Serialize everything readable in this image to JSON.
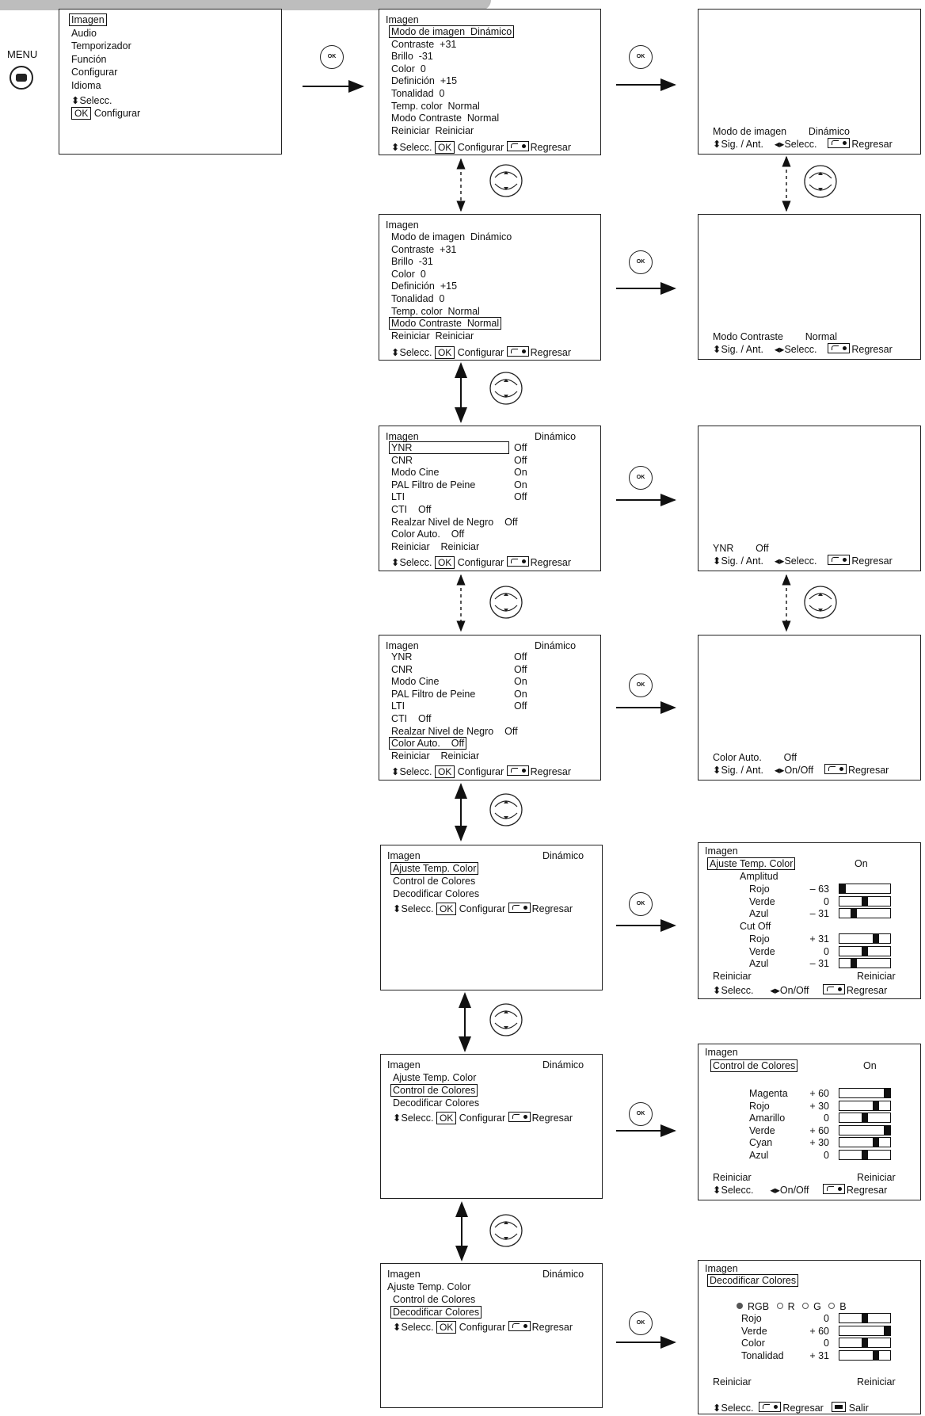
{
  "remote": {
    "menu_label": "MENU",
    "ok_label": "OK"
  },
  "main_menu": {
    "items": [
      "Imagen",
      "Audio",
      "Temporizador",
      "Función",
      "Configurar",
      "Idioma"
    ],
    "hint_select": "Selecc.",
    "hint_ok": "OK",
    "hint_config": "Configurar"
  },
  "footer": {
    "select": "Selecc.",
    "ok": "OK",
    "config": "Configurar",
    "back": "Regresar",
    "nextprev": "Sig. / Ant.",
    "onoff": "On/Off",
    "exit": "Salir"
  },
  "menu1": {
    "title": "Imagen",
    "rows": [
      [
        "Modo de imagen",
        "Dinámico"
      ],
      [
        "Contraste",
        "+31"
      ],
      [
        "Brillo",
        "-31"
      ],
      [
        "Color",
        "0"
      ],
      [
        "Definición",
        "+15"
      ],
      [
        "Tonalidad",
        "0"
      ],
      [
        "Temp. color",
        "Normal"
      ],
      [
        "Modo Contraste",
        "Normal"
      ],
      [
        "Reiniciar",
        "Reiniciar"
      ]
    ]
  },
  "menu2": {
    "title": "Imagen",
    "mode": "Dinámico",
    "rows": [
      [
        "YNR",
        "Off"
      ],
      [
        "CNR",
        "Off"
      ],
      [
        "Modo Cine",
        "On"
      ],
      [
        "PAL Filtro de Peine",
        "On"
      ],
      [
        "LTI",
        "Off"
      ],
      [
        "CTI",
        "Off"
      ],
      [
        "Realzar Nivel de Negro",
        "Off"
      ],
      [
        "Color Auto.",
        "Off"
      ],
      [
        "Reiniciar",
        "Reiniciar"
      ]
    ]
  },
  "menu3": {
    "title": "Imagen",
    "mode": "Dinámico",
    "items": [
      "Ajuste Temp. Color",
      "Control de Colores",
      "Decodificar Colores"
    ]
  },
  "single": {
    "modo_imagen": [
      "Modo de imagen",
      "Dinámico"
    ],
    "modo_contraste": [
      "Modo Contraste",
      "Normal"
    ],
    "ynr": [
      "YNR",
      "Off"
    ],
    "color_auto": [
      "Color Auto.",
      "Off"
    ]
  },
  "temp_color": {
    "title": "Imagen",
    "heading": "Ajuste Temp. Color",
    "state": "On",
    "amp_label": "Amplitud",
    "cut_label": "Cut Off",
    "amplitud": [
      {
        "name": "Rojo",
        "value": "– 63",
        "level": -63
      },
      {
        "name": "Verde",
        "value": "0",
        "level": 0
      },
      {
        "name": "Azul",
        "value": "– 31",
        "level": -31
      }
    ],
    "cutoff": [
      {
        "name": "Rojo",
        "value": "+ 31",
        "level": 31
      },
      {
        "name": "Verde",
        "value": "0",
        "level": 0
      },
      {
        "name": "Azul",
        "value": "– 31",
        "level": -31
      }
    ],
    "reset_label": "Reiniciar",
    "reset_value": "Reiniciar"
  },
  "control_colores": {
    "title": "Imagen",
    "heading": "Control de Colores",
    "state": "On",
    "rows": [
      {
        "name": "Magenta",
        "value": "+ 60",
        "level": 60
      },
      {
        "name": "Rojo",
        "value": "+ 30",
        "level": 30
      },
      {
        "name": "Amarillo",
        "value": "0",
        "level": 0
      },
      {
        "name": "Verde",
        "value": "+ 60",
        "level": 60
      },
      {
        "name": "Cyan",
        "value": "+ 30",
        "level": 30
      },
      {
        "name": "Azul",
        "value": "0",
        "level": 0
      }
    ],
    "reset_label": "Reiniciar",
    "reset_value": "Reiniciar"
  },
  "decodificar": {
    "title": "Imagen",
    "heading": "Decodificar Colores",
    "options": [
      "RGB",
      "R",
      "G",
      "B"
    ],
    "selected": "RGB",
    "rows": [
      {
        "name": "Rojo",
        "value": "0",
        "level": 0
      },
      {
        "name": "Verde",
        "value": "+ 60",
        "level": 60
      },
      {
        "name": "Color",
        "value": "0",
        "level": 0
      },
      {
        "name": "Tonalidad",
        "value": "+ 31",
        "level": 31
      }
    ],
    "reset_label": "Reiniciar",
    "reset_value": "Reiniciar"
  }
}
